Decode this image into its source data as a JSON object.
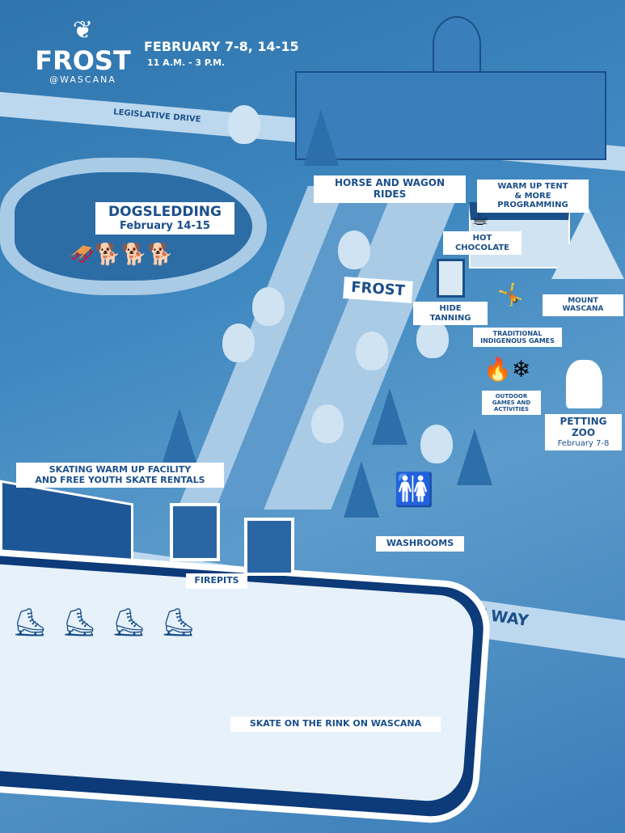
{
  "logo": {
    "name": "FROST",
    "subtitle": "@WASCANA"
  },
  "header": {
    "dates": "FEBRUARY 7-8, 14-15",
    "hours": "11 A.M. - 3 P.M."
  },
  "roads": {
    "legislative_drive": "LEGISLATIVE DRIVE",
    "walter_scott_way": "WALTER SCOTT WAY"
  },
  "center_label": "FROST",
  "locations": {
    "horse_wagon": "HORSE AND WAGON RIDES",
    "dogsledding": {
      "title": "DOGSLEDDING",
      "dates": "February 14-15"
    },
    "warm_up_tent": {
      "line1": "WARM UP TENT",
      "line2": "& MORE PROGRAMMING"
    },
    "hot_chocolate": "HOT CHOCOLATE",
    "hide_tanning": "HIDE TANNING",
    "mount_wascana": "MOUNT WASCANA",
    "indigenous_games": {
      "line1": "TRADITIONAL",
      "line2": "INDIGENOUS GAMES"
    },
    "outdoor_games": {
      "line1": "OUTDOOR",
      "line2": "GAMES AND ACTIVITIES"
    },
    "petting_zoo": {
      "title": "PETTING ZOO",
      "dates": "February 7-8"
    },
    "skating_facility": {
      "line1": "SKATING WARM UP FACILITY",
      "line2": "AND FREE YOUTH SKATE RENTALS"
    },
    "firepits": "FIREPITS",
    "washrooms": "WASHROOMS",
    "rink": "SKATE ON THE RINK ON WASCANA"
  },
  "colors": {
    "dark": "#1b4f8a",
    "light": "#bcd8ee",
    "bg": "#3f88c0"
  }
}
